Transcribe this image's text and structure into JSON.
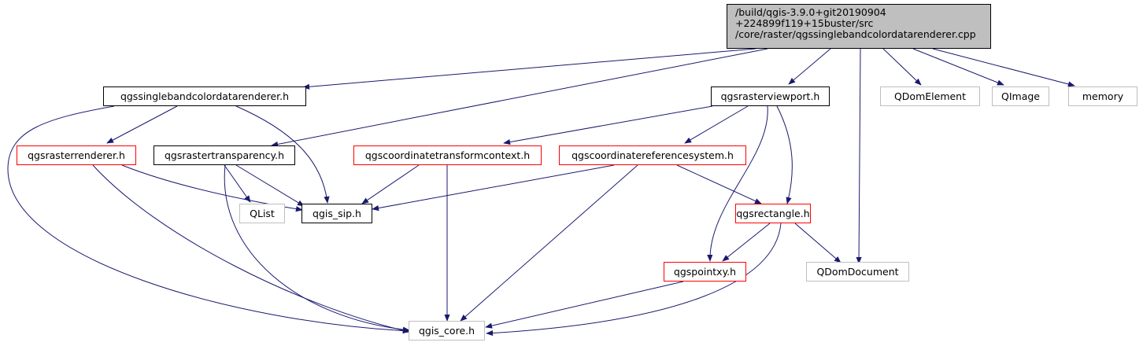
{
  "root": {
    "lines": [
      "/build/qgis-3.9.0+git20190904",
      "+224899f119+15buster/src",
      "/core/raster/qgssinglebandcolordatarenderer.cpp"
    ]
  },
  "nodes": {
    "singleband": "qgssinglebandcolordatarenderer.h",
    "viewport": "qgsrasterviewport.h",
    "qdomelement": "QDomElement",
    "qimage": "QImage",
    "memory": "memory",
    "rasterrenderer": "qgsrasterrenderer.h",
    "transparency": "qgsrastertransparency.h",
    "ctcontext": "qgscoordinatetransformcontext.h",
    "crs": "qgscoordinatereferencesystem.h",
    "qlist": "QList",
    "sip": "qgis_sip.h",
    "rectangle": "qgsrectangle.h",
    "pointxy": "qgspointxy.h",
    "qdomdocument": "QDomDocument",
    "core": "qgis_core.h"
  },
  "colors": {
    "edge": "#191970",
    "root_fill": "#bfbfbf",
    "documented_border": "#000000",
    "incomplete_border": "#ff0000",
    "external_border": "#bfbfbf"
  }
}
